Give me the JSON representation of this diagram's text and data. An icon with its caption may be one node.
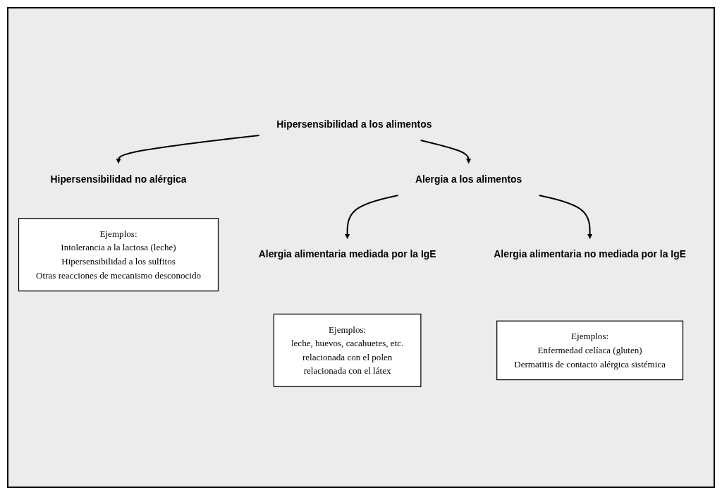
{
  "diagram": {
    "nodes": [
      {
        "text": [
          "Hipersensibilidad a los alimentos"
        ]
      },
      {
        "text": [
          "Hipersensibilidad no alérgica"
        ]
      },
      {
        "text": [
          "Ejemplos:",
          "Intolerancia a la lactosa (leche)",
          "Hipersensibilidad a los sulfitos",
          "Otras reacciones de mecanismo desconocido"
        ]
      },
      {
        "text": [
          "Alergia a los alimentos"
        ]
      },
      {
        "text": [
          "Alergia alimentaria mediada por la IgE"
        ]
      },
      {
        "text": [
          "Ejemplos:",
          "leche, huevos, cacahuetes, etc.",
          "relacionada con el polen",
          "relacionada con el látex"
        ]
      },
      {
        "text": [
          "Alergia alimentaria no mediada por la IgE"
        ]
      },
      {
        "text": [
          "Ejemplos:",
          "Enfermedad celíaca (gluten)",
          "Dermatitis de contacto alérgica sistémica"
        ]
      }
    ],
    "edges": [
      {
        "from": 0,
        "to": 1,
        "arrow": "to"
      },
      {
        "from": 0,
        "to": 3,
        "arrow": "to"
      },
      {
        "from": 3,
        "to": 4,
        "arrow": "to"
      },
      {
        "from": 3,
        "to": 6,
        "arrow": "to"
      }
    ]
  }
}
